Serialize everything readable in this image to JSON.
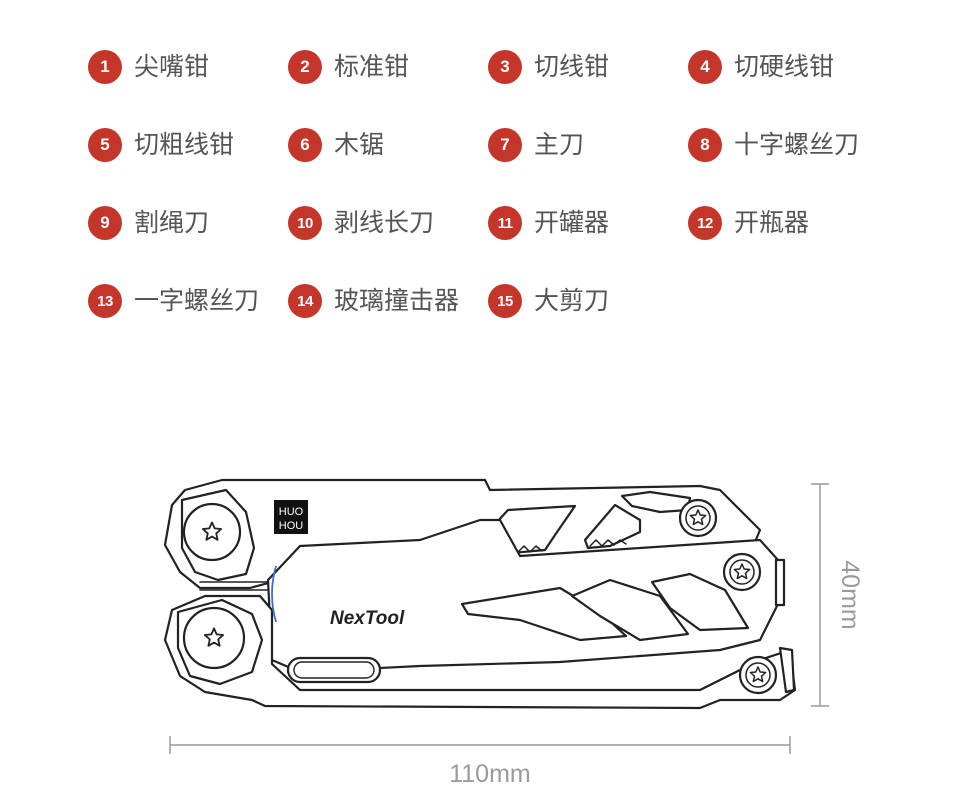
{
  "features": [
    {
      "num": "1",
      "label": "尖嘴钳"
    },
    {
      "num": "2",
      "label": "标准钳"
    },
    {
      "num": "3",
      "label": "切线钳"
    },
    {
      "num": "4",
      "label": "切硬线钳"
    },
    {
      "num": "5",
      "label": "切粗线钳"
    },
    {
      "num": "6",
      "label": "木锯"
    },
    {
      "num": "7",
      "label": "主刀"
    },
    {
      "num": "8",
      "label": "十字螺丝刀"
    },
    {
      "num": "9",
      "label": "割绳刀"
    },
    {
      "num": "10",
      "label": "剥线长刀"
    },
    {
      "num": "11",
      "label": "开罐器"
    },
    {
      "num": "12",
      "label": "开瓶器"
    },
    {
      "num": "13",
      "label": "一字螺丝刀"
    },
    {
      "num": "14",
      "label": "玻璃撞击器"
    },
    {
      "num": "15",
      "label": "大剪刀"
    }
  ],
  "tool": {
    "brand": "NexTool",
    "logo_top": "HUO",
    "logo_bottom": "HOU"
  },
  "dimensions": {
    "width": "110mm",
    "height": "40mm"
  },
  "colors": {
    "badge": "#c4352a",
    "label": "#555555",
    "dimension": "#9a9a9a"
  }
}
